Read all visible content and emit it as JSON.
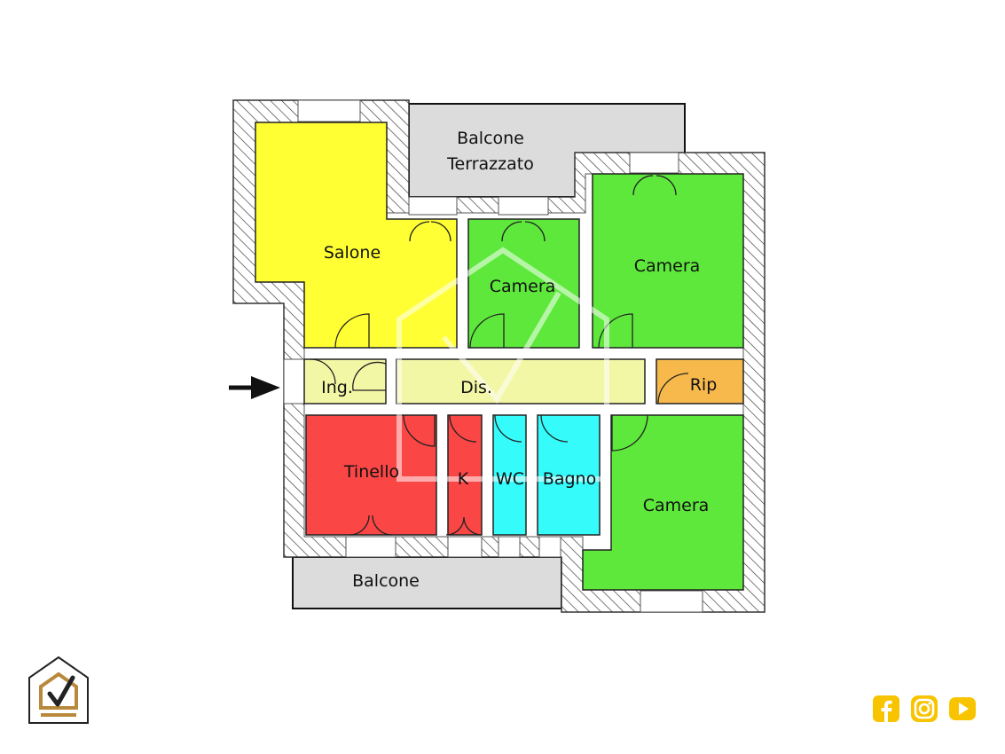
{
  "floor_plan": {
    "rooms": {
      "balcone_terrazzato": [
        "Balcone",
        "Terrazzato"
      ],
      "salone": "Salone",
      "camera_middle": "Camera",
      "camera_right": "Camera",
      "ingresso": "Ing.",
      "disimpegno": "Dis.",
      "ripostiglio": "Rip",
      "tinello": "Tinello",
      "kitchen": "K",
      "wc": "WC",
      "bagno": "Bagno",
      "camera_bottom": "Camera",
      "balcone": "Balcone"
    },
    "colors": {
      "salone": "#ffff33",
      "camera": "#5ee83c",
      "corridor": "#f2f7a6",
      "ripostiglio": "#f7b94c",
      "tinello": "#fb4646",
      "bathroom": "#35fbfb",
      "balcony": "#dcdcdc"
    }
  },
  "footer": {
    "social_icons": [
      "facebook-icon",
      "instagram-icon",
      "youtube-icon"
    ],
    "social_color": "#f8c400",
    "logo_accent": "#b8893a"
  }
}
